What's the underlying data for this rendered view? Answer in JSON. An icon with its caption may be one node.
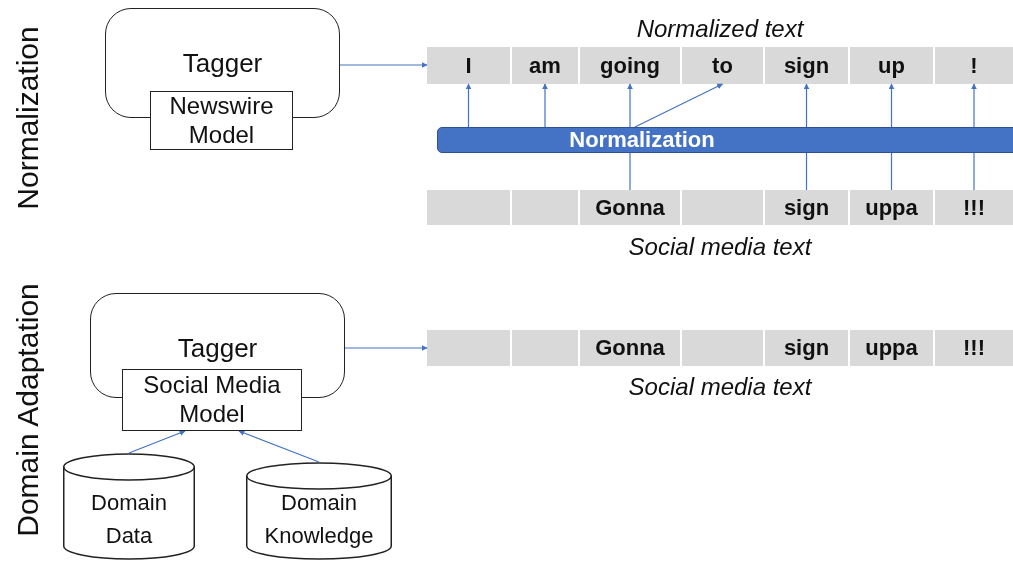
{
  "diagram": {
    "nodes": [
      {
        "text": [
          "Tagger"
        ]
      },
      {
        "text": [
          "Newswire Model"
        ]
      },
      {
        "text": [
          "Normalized text"
        ]
      },
      {
        "text": [
          "I"
        ],
        "in": 2
      },
      {
        "text": [
          "am"
        ],
        "in": 2
      },
      {
        "text": [
          "going"
        ],
        "in": 2
      },
      {
        "text": [
          "to"
        ],
        "in": 2
      },
      {
        "text": [
          "sign"
        ],
        "in": 2
      },
      {
        "text": [
          "up"
        ],
        "in": 2
      },
      {
        "text": [
          "!"
        ],
        "in": 2
      },
      {
        "text": [
          "Normalization"
        ]
      },
      {
        "text": [
          "Social media text"
        ]
      },
      {
        "text": [],
        "shape": "box",
        "in": 11
      },
      {
        "text": [],
        "shape": "box",
        "in": 11
      },
      {
        "text": [
          "Gonna"
        ],
        "in": 11
      },
      {
        "text": [],
        "shape": "box",
        "in": 11
      },
      {
        "text": [
          "sign"
        ],
        "in": 11
      },
      {
        "text": [
          "uppa"
        ],
        "in": 11
      },
      {
        "text": [
          "!!!"
        ],
        "in": 11
      },
      {
        "text": [
          "Tagger"
        ]
      },
      {
        "text": [
          "Social Media Model"
        ]
      },
      {
        "text": [
          "Social media text"
        ]
      },
      {
        "text": [],
        "shape": "box",
        "in": 21
      },
      {
        "text": [],
        "shape": "box",
        "in": 21
      },
      {
        "text": [
          "Gonna"
        ],
        "in": 21
      },
      {
        "text": [],
        "shape": "box",
        "in": 21
      },
      {
        "text": [
          "sign"
        ],
        "in": 21
      },
      {
        "text": [
          "uppa"
        ],
        "in": 21
      },
      {
        "text": [
          "!!!"
        ],
        "in": 21
      },
      {
        "text": [
          "Domain Data"
        ]
      },
      {
        "text": [
          "Domain Knowledge"
        ]
      }
    ],
    "edges": [
      {
        "from": 0,
        "to": 2,
        "arrow": "to"
      },
      {
        "from": 10,
        "to": 3,
        "arrow": "to"
      },
      {
        "from": 10,
        "to": 4,
        "arrow": "to"
      },
      {
        "from": 10,
        "to": 5,
        "arrow": "to"
      },
      {
        "from": 10,
        "to": 6,
        "arrow": "to"
      },
      {
        "from": 10,
        "to": 7,
        "arrow": "to"
      },
      {
        "from": 10,
        "to": 8,
        "arrow": "to"
      },
      {
        "from": 10,
        "to": 9,
        "arrow": "to"
      },
      {
        "from": 14,
        "to": 10,
        "arrow": "none"
      },
      {
        "from": 16,
        "to": 10,
        "arrow": "none"
      },
      {
        "from": 17,
        "to": 10,
        "arrow": "none"
      },
      {
        "from": 18,
        "to": 10,
        "arrow": "none"
      },
      {
        "from": 19,
        "to": 21,
        "arrow": "to"
      },
      {
        "from": 29,
        "to": 20,
        "arrow": "to"
      },
      {
        "from": 30,
        "to": 20,
        "arrow": "to"
      }
    ],
    "labels": [
      "Normalization",
      "Domain Adaptation"
    ]
  }
}
